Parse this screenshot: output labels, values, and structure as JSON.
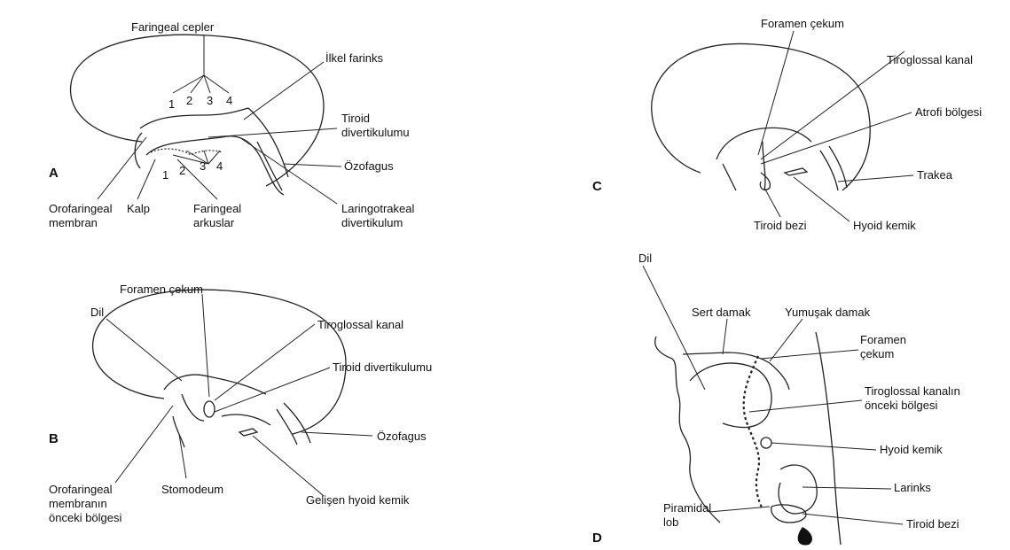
{
  "panels": {
    "A": {
      "letter": "A",
      "labels": {
        "faringeal_cepler": "Faringeal cepler",
        "ilkel_farinks": "İlkel farinks",
        "tiroid_divertikulumu_1": "Tiroid",
        "tiroid_divertikulumu_2": "divertikulumu",
        "ozofagus": "Özofagus",
        "orofaringeal_1": "Orofaringeal",
        "orofaringeal_2": "membran",
        "kalp": "Kalp",
        "faringeal_arkuslar_1": "Faringeal",
        "faringeal_arkuslar_2": "arkuslar",
        "laringotrakeal_1": "Laringotrakeal",
        "laringotrakeal_2": "divertikulum"
      },
      "pouch_numbers": [
        "1",
        "2",
        "3",
        "4"
      ],
      "arch_numbers": [
        "1",
        "2",
        "3",
        "4"
      ]
    },
    "B": {
      "letter": "B",
      "labels": {
        "foramen_cekum": "Foramen çekum",
        "dil": "Dil",
        "tiroglossal_kanal": "Tiroglossal kanal",
        "tiroid_divertikulumu": "Tiroid divertikulumu",
        "ozofagus": "Özofagus",
        "orofaringeal_1": "Orofaringeal",
        "orofaringeal_2": "membranın",
        "orofaringeal_3": "önceki bölgesi",
        "stomodeum": "Stomodeum",
        "gelisen_hyoid": "Gelişen hyoid kemik"
      }
    },
    "C": {
      "letter": "C",
      "labels": {
        "foramen_cekum": "Foramen çekum",
        "tiroglossal_kanal": "Tiroglossal kanal",
        "atrofi_bolgesi": "Atrofi bölgesi",
        "trakea": "Trakea",
        "tiroid_bezi": "Tiroid bezi",
        "hyoid_kemik": "Hyoid kemik"
      }
    },
    "D": {
      "letter": "D",
      "labels": {
        "dil": "Dil",
        "sert_damak": "Sert damak",
        "yumusak_damak": "Yumuşak damak",
        "foramen_1": "Foramen",
        "foramen_2": "çekum",
        "tiroglossal_1": "Tiroglossal kanalın",
        "tiroglossal_2": "önceki bölgesi",
        "hyoid_kemik": "Hyoid kemik",
        "larinks": "Larinks",
        "piramidal_1": "Piramidal",
        "piramidal_2": "lob",
        "tiroid_bezi": "Tiroid bezi"
      }
    }
  }
}
